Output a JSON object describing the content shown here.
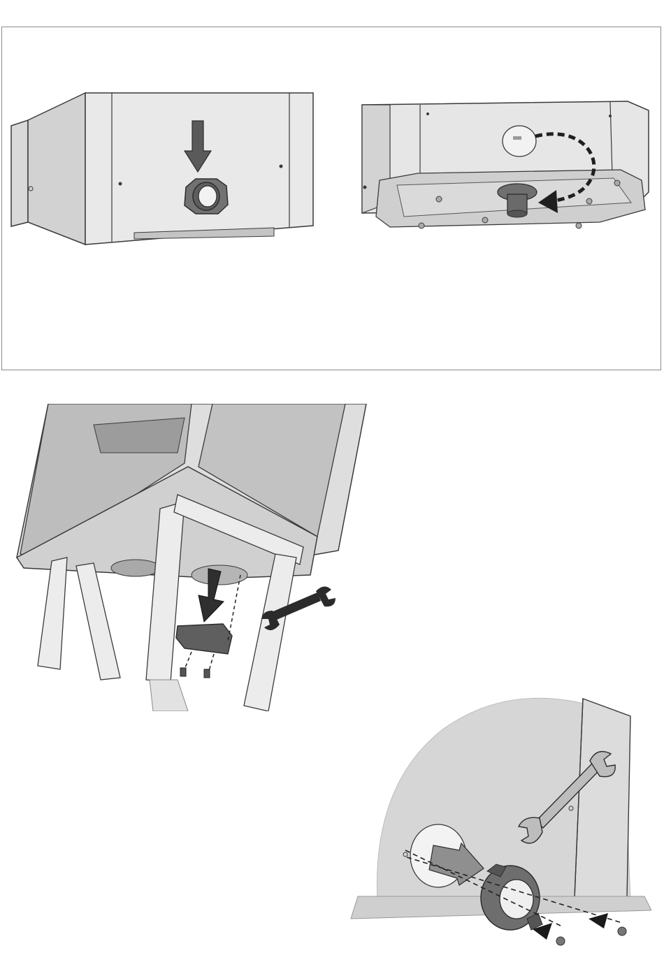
{
  "page": {
    "figures": [
      {
        "id": "fig-1",
        "icon": "downward-arrow-icon"
      },
      {
        "id": "fig-2",
        "icon": "dashed-curved-arrow-icon"
      },
      {
        "id": "fig-3",
        "icons": [
          "downward-arrow-icon",
          "wrench-icon"
        ]
      },
      {
        "id": "fig-4",
        "icons": [
          "wrench-icon",
          "push-arrow-icon",
          "arrowhead-icon"
        ]
      }
    ],
    "colors": {
      "panel": "#e8e8e8",
      "panel_dark": "#c9c9c9",
      "outline": "#3a3a3a",
      "collar": "#6e6e6e",
      "arrow": "#4a4a4a",
      "detail_bg": "#d6d6d6"
    }
  }
}
